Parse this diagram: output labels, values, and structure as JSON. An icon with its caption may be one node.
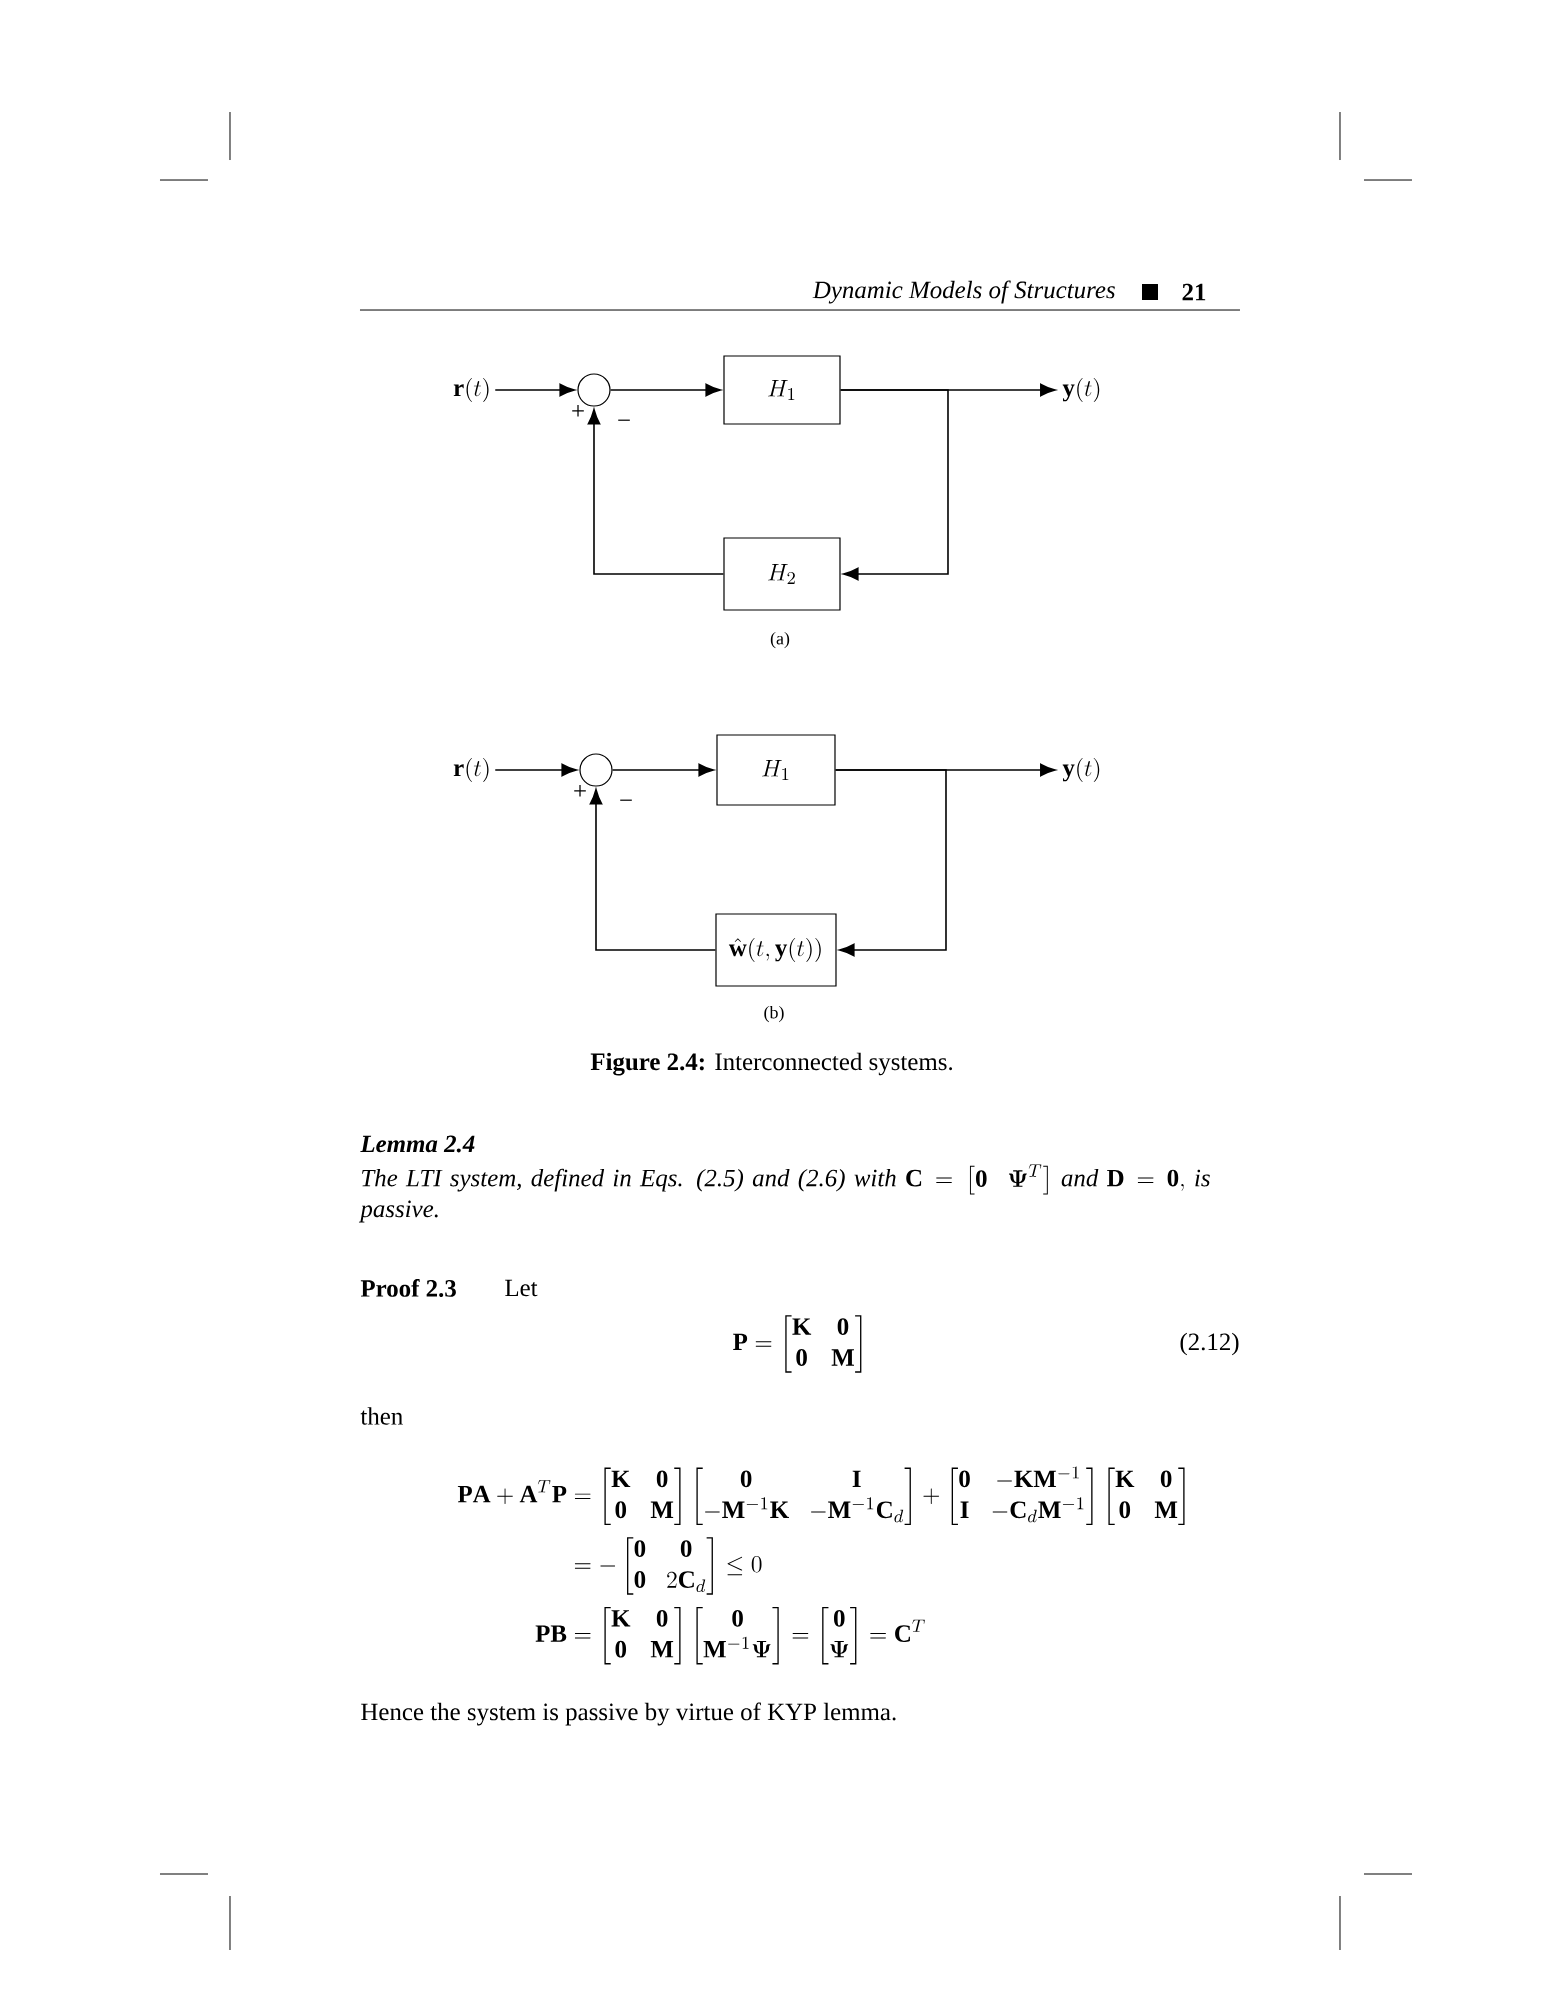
{
  "diagram": {
    "caption": "**Figure 2.4:** Interconnected systems.",
    "nodes": [
      {
        "text": [
          "\\mathbf{r}(t)"
        ]
      },
      {
        "text": [],
        "shape": "circle",
        "beside": [
          "+",
          "−"
        ]
      },
      {
        "text": [
          "H_1"
        ]
      },
      {
        "text": [
          "\\mathbf{y}(t)"
        ]
      },
      {
        "text": [
          "H_2"
        ]
      },
      {
        "text": [
          "\\mathbf{r}(t)"
        ]
      },
      {
        "text": [],
        "shape": "circle",
        "beside": [
          "+",
          "−"
        ]
      },
      {
        "text": [
          "H_1"
        ]
      },
      {
        "text": [
          "\\mathbf{y}(t)"
        ]
      },
      {
        "text": [
          "\\hat{\\mathbf{w}}(t,\\mathbf{y}(t))"
        ]
      }
    ],
    "edges": [
      {
        "from": 0,
        "to": 1,
        "arrow": "to"
      },
      {
        "from": 1,
        "to": 2,
        "arrow": "to"
      },
      {
        "from": 2,
        "to": 3,
        "arrow": "to"
      },
      {
        "from": 2,
        "to": 4,
        "arrow": "to"
      },
      {
        "from": 4,
        "to": 1,
        "arrow": "to"
      },
      {
        "from": 5,
        "to": 6,
        "arrow": "to"
      },
      {
        "from": 6,
        "to": 7,
        "arrow": "to"
      },
      {
        "from": 7,
        "to": 8,
        "arrow": "to"
      },
      {
        "from": 7,
        "to": 9,
        "arrow": "to"
      },
      {
        "from": 9,
        "to": 6,
        "arrow": "to"
      }
    ],
    "labels": [
      "Dynamic Models of Structures",
      "21",
      "(a)",
      "(b)",
      "Lemma 2.4",
      "The LTI system, defined in Eqs. (2.5) and (2.6) with",
      "\\mathbf{C}=\\begin{bmatrix}\\mathbf{0} & \\boldsymbol{\\Psi}^T\\end{bmatrix}",
      "and",
      "\\mathbf{D}=\\mathbf{0},",
      "is passive.",
      "Proof 2.3",
      "Let",
      "\\mathbf{P}=\\begin{bmatrix}\\mathbf{K} & \\mathbf{0}\\\\ \\mathbf{0} & \\mathbf{M}\\end{bmatrix}",
      "(2.12)",
      "then",
      "\\begin{aligned}\\mathbf{PA}+\\mathbf{A}^T\\mathbf{P}&=\\begin{bmatrix}\\mathbf{K} & \\mathbf{0}\\\\ \\mathbf{0} & \\mathbf{M}\\end{bmatrix}\\begin{bmatrix}\\mathbf{0} & \\mathbf{I}\\\\ -\\mathbf{M}^{-1}\\mathbf{K} & -\\mathbf{M}^{-1}\\mathbf{C}_d\\end{bmatrix}+\\begin{bmatrix}\\mathbf{0} & -\\mathbf{K}\\mathbf{M}^{-1}\\\\ \\mathbf{I} & -\\mathbf{C}_d\\mathbf{M}^{-1}\\end{bmatrix}\\begin{bmatrix}\\mathbf{K} & \\mathbf{0}\\\\ \\mathbf{0} & \\mathbf{M}\\end{bmatrix}\\\\ &=-\\begin{bmatrix}\\mathbf{0} & \\mathbf{0}\\\\ \\mathbf{0} & 2\\mathbf{C}_d\\end{bmatrix}\\le 0\\\\ \\mathbf{PB}&=\\begin{bmatrix}\\mathbf{K} & \\mathbf{0}\\\\ \\mathbf{0} & \\mathbf{M}\\end{bmatrix}\\begin{bmatrix}\\mathbf{0}\\\\ \\mathbf{M}^{-1}\\boldsymbol{\\Psi}\\end{bmatrix}=\\begin{bmatrix}\\mathbf{0}\\\\ \\boldsymbol{\\Psi}\\end{bmatrix}=\\mathbf{C}^T\\end{aligned}",
      "Hence the system is passive by virtue of KYP lemma."
    ]
  }
}
